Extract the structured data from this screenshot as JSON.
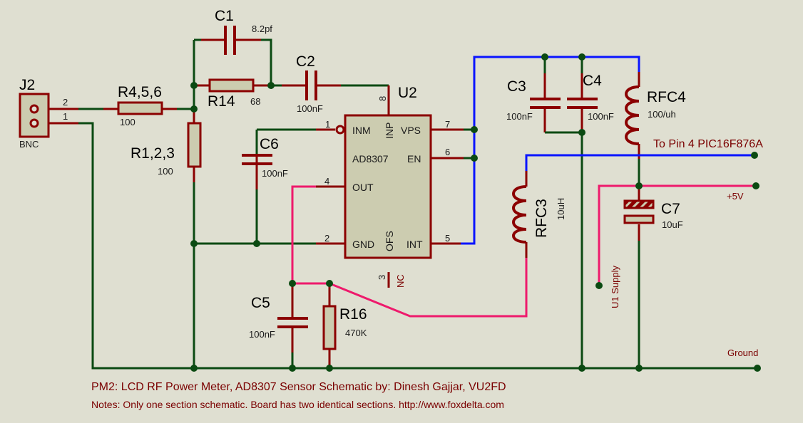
{
  "title": "PM2: LCD RF Power Meter, AD8307 Sensor Schematic by: Dinesh Gajjar,  VU2FD",
  "notes": "Notes: Only one section schematic. Board has two identical sections. http://www.foxdelta.com",
  "colors": {
    "background": "#dfdfd1",
    "wire_ground": "#0b4a12",
    "wire_component": "#8b0000",
    "wire_supply": "#0a14ff",
    "wire_output": "#ee1a6c",
    "net_label": "#7a0000"
  },
  "components": {
    "J2": {
      "ref": "J2",
      "value": "BNC",
      "pins": [
        "2",
        "1"
      ]
    },
    "R456": {
      "ref": "R4,5,6",
      "value": "100"
    },
    "R123": {
      "ref": "R1,2,3",
      "value": "100"
    },
    "R14": {
      "ref": "R14",
      "value": "68"
    },
    "C1": {
      "ref": "C1",
      "value": "8.2pf"
    },
    "C2": {
      "ref": "C2",
      "value": "100nF"
    },
    "C3": {
      "ref": "C3",
      "value": "100nF"
    },
    "C4": {
      "ref": "C4",
      "value": "100nF"
    },
    "C5": {
      "ref": "C5",
      "value": "100nF"
    },
    "C6": {
      "ref": "C6",
      "value": "100nF"
    },
    "C7": {
      "ref": "C7",
      "value": "10uF"
    },
    "R16": {
      "ref": "R16",
      "value": "470K"
    },
    "RFC3": {
      "ref": "RFC3",
      "value": "10uH"
    },
    "RFC4": {
      "ref": "RFC4",
      "value": "100/uh"
    },
    "U2": {
      "ref": "U2",
      "part": "AD8307",
      "pins": {
        "inm": {
          "name": "INM",
          "num": "1"
        },
        "gnd": {
          "name": "GND",
          "num": "2"
        },
        "nc": {
          "name": "NC",
          "num": "3"
        },
        "out": {
          "name": "OUT",
          "num": "4"
        },
        "int": {
          "name": "INT",
          "num": "5"
        },
        "en": {
          "name": "EN",
          "num": "6"
        },
        "vps": {
          "name": "VPS",
          "num": "7"
        },
        "inp": {
          "name": "INP",
          "num": "8"
        },
        "ofs": {
          "name": "OFS"
        }
      }
    }
  },
  "nets": {
    "pic": "To Pin 4 PIC16F876A",
    "plus5v": "+5V",
    "u1supply": "U1 Supply",
    "ground": "Ground"
  }
}
